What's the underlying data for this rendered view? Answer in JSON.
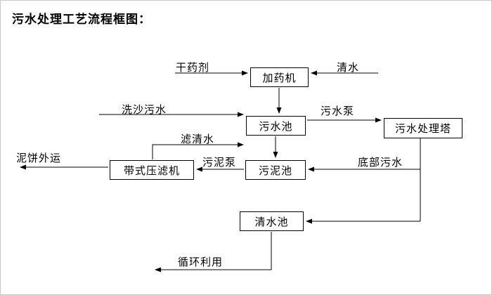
{
  "title": "污水处理工艺流程框图：",
  "diagram": {
    "type": "flowchart",
    "nodes": {
      "dosing_machine": "加药机",
      "sewage_pool": "污水池",
      "treatment_tower": "污水处理塔",
      "sludge_pool": "污泥池",
      "belt_filter_press": "带式压滤机",
      "clean_water_pool": "清水池"
    },
    "labels": {
      "dry_chemical": "干药剂",
      "clean_water": "清水",
      "sand_washing_sewage": "洗沙污水",
      "sewage_pump": "污水泵",
      "filtered_water": "滤清水",
      "sludge_pump": "污泥泵",
      "bottom_sewage": "底部污水",
      "mud_cake_out": "泥饼外运",
      "recycling": "循环利用"
    },
    "edges": [
      {
        "from": "干药剂",
        "to": "加药机",
        "label": ""
      },
      {
        "from": "清水",
        "to": "加药机",
        "label": ""
      },
      {
        "from": "加药机",
        "to": "污水池",
        "label": ""
      },
      {
        "from": "洗沙污水",
        "to": "污水池",
        "label": ""
      },
      {
        "from": "污水池",
        "to": "污水处理塔",
        "label": "污水泵"
      },
      {
        "from": "污水池",
        "to": "污泥池",
        "label": ""
      },
      {
        "from": "污水处理塔",
        "to": "污泥池",
        "label": "底部污水"
      },
      {
        "from": "污水处理塔",
        "to": "清水池",
        "label": ""
      },
      {
        "from": "污泥池",
        "to": "带式压滤机",
        "label": "污泥泵"
      },
      {
        "from": "带式压滤机",
        "to": "污水池",
        "label": "滤清水"
      },
      {
        "from": "带式压滤机",
        "to": "泥饼外运",
        "label": ""
      },
      {
        "from": "清水池",
        "to": "循环利用",
        "label": ""
      }
    ]
  }
}
